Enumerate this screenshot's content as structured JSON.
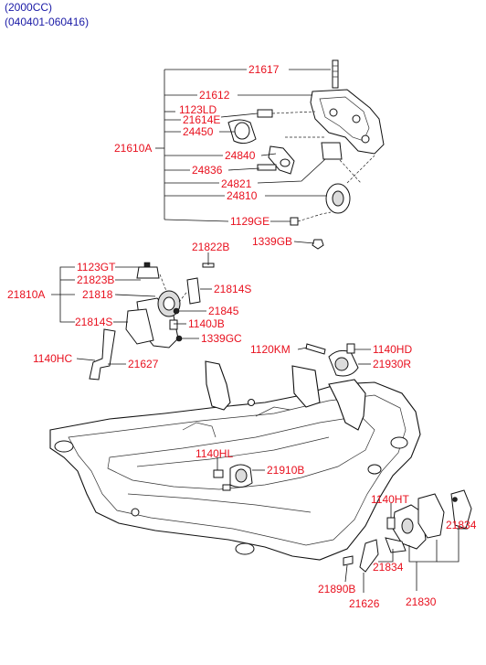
{
  "header": {
    "engine": "(2000CC)",
    "date_range": "(040401-060416)"
  },
  "callouts": {
    "c21617": "21617",
    "c21612": "21612",
    "c1123LD": "1123LD",
    "c21614E": "21614E",
    "c24450": "24450",
    "c21610A": "21610A",
    "c24840": "24840",
    "c24836": "24836",
    "c24821": "24821",
    "c24810": "24810",
    "c1129GE": "1129GE",
    "c1339GB": "1339GB",
    "c21822B": "21822B",
    "c1123GT": "1123GT",
    "c21823B": "21823B",
    "c21810A": "21810A",
    "c21818": "21818",
    "c21814S_r": "21814S",
    "c21845": "21845",
    "c21814S_l": "21814S",
    "c1140JB": "1140JB",
    "c1339GC": "1339GC",
    "c1140HC": "1140HC",
    "c21627": "21627",
    "c1120KM": "1120KM",
    "c1140HD": "1140HD",
    "c21930R": "21930R",
    "c1140HL": "1140HL",
    "c21910B": "21910B",
    "c1140HT": "1140HT",
    "c21834_r": "21834",
    "c21834_m": "21834",
    "c21890B": "21890B",
    "c21626": "21626",
    "c21830": "21830"
  },
  "colors": {
    "header_text": "#1a1aa6",
    "callout_text": "#e8101e",
    "line_art": "#111111",
    "background": "#ffffff"
  }
}
